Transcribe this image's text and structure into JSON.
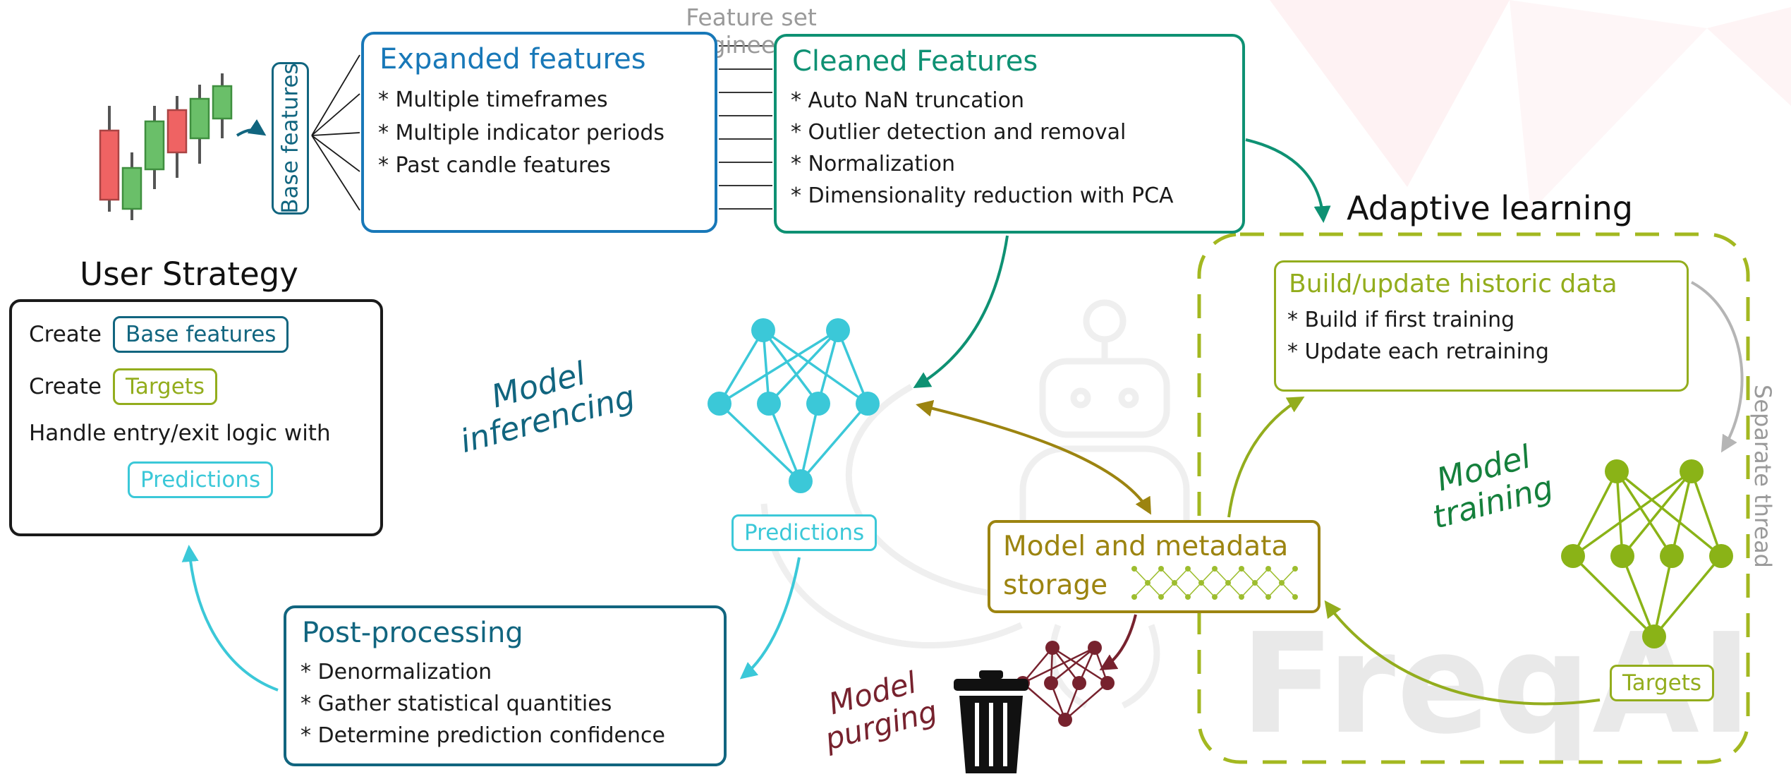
{
  "watermark": {
    "text": "FreqAI"
  },
  "labels": {
    "feature_set_engineering": "Feature set engineering",
    "base_features": "Base features",
    "user_strategy_title": "User Strategy",
    "model_inferencing_1": "Model",
    "model_inferencing_2": "inferencing",
    "predictions": "Predictions",
    "adaptive_learning": "Adaptive learning",
    "model_training_1": "Model",
    "model_training_2": "training",
    "targets": "Targets",
    "model_purging_1": "Model",
    "model_purging_2": "purging",
    "separate_thread": "Separate thread"
  },
  "boxes": {
    "expanded_features": {
      "title": "Expanded features",
      "items": [
        "* Multiple timeframes",
        "* Multiple indicator periods",
        "* Past candle features"
      ]
    },
    "cleaned_features": {
      "title": "Cleaned Features",
      "items": [
        "* Auto NaN truncation",
        "* Outlier detection and removal",
        "* Normalization",
        "* Dimensionality reduction with PCA"
      ]
    },
    "user_strategy": {
      "create_1": "Create",
      "chip_base_features": "Base features",
      "create_2": "Create",
      "chip_targets": "Targets",
      "handle_line": "Handle entry/exit logic with",
      "chip_predictions": "Predictions"
    },
    "build_update": {
      "title": "Build/update historic data",
      "items": [
        "* Build if first training",
        "* Update each retraining"
      ]
    },
    "storage": {
      "line1": "Model and metadata",
      "line2": "storage"
    },
    "post_processing": {
      "title": "Post-processing",
      "items": [
        "* Denormalization",
        "* Gather statistical quantities",
        "* Determine prediction confidence"
      ]
    }
  },
  "colors": {
    "blue": "#1878b8",
    "teal": "#11657f",
    "green": "#0e9173",
    "cyan": "#3bc8d8",
    "olive": "#93ad1d",
    "olive_dashed": "#a3b820",
    "dark_green": "#15803c",
    "mustard": "#9c8410",
    "dark_red": "#77222e",
    "gray": "#9a9a9a",
    "watermark_gray": "#e9e9e9",
    "candle_red": "#ef6363",
    "candle_green": "#6abf69"
  }
}
